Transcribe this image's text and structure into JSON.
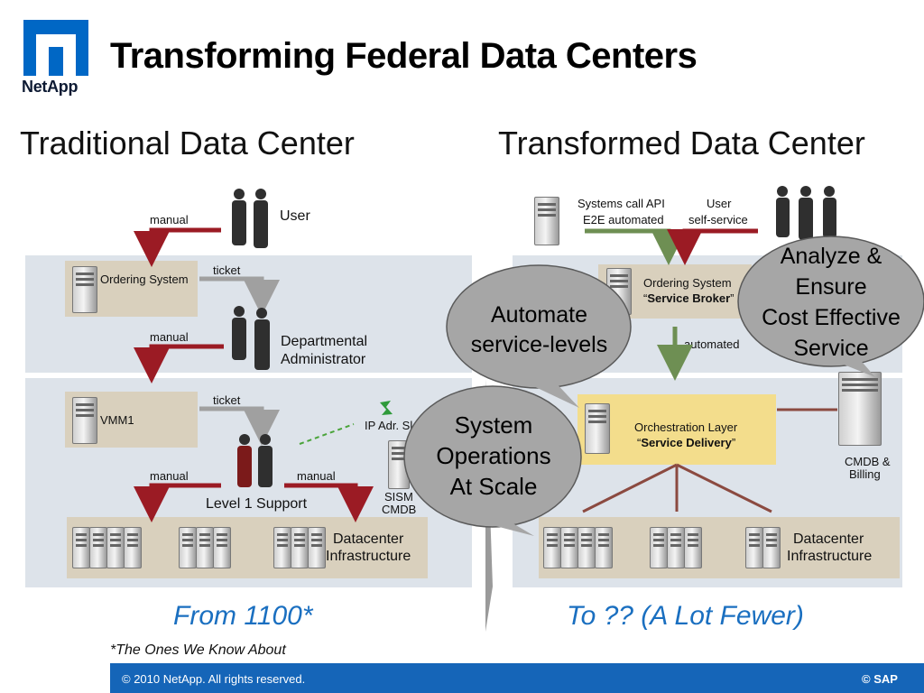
{
  "header": {
    "logo_text": "NetApp",
    "title": "Transforming Federal Data Centers"
  },
  "left": {
    "heading": "Traditional Data Center",
    "manual_1": "manual",
    "user": "User",
    "ordering_system": "Ordering System",
    "ticket_1": "ticket",
    "manual_2": "manual",
    "dept_admin_1": "Departmental",
    "dept_admin_2": "Administrator",
    "vmm": "VMM1",
    "ticket_2": "ticket",
    "ip_adr": "IP Adr. Sl",
    "manual_3": "manual",
    "manual_4": "manual",
    "level1": "Level 1 Support",
    "sism_1": "SISM",
    "sism_2": "CMDB",
    "dc_1": "Datacenter",
    "dc_2": "Infrastructure",
    "caption": "From 1100*",
    "footnote": "*The Ones We Know About"
  },
  "right": {
    "heading": "Transformed Data Center",
    "api_1": "Systems call API",
    "api_2": "E2E automated",
    "user_1": "User",
    "user_2": "self-service",
    "ordering_1": "Ordering System",
    "ordering_2": "Service Broker",
    "automated": "automated",
    "orch_1": "Orchestration Layer",
    "orch_2": "Service Delivery",
    "cmdb_1": "CMDB &",
    "cmdb_2": "Billing",
    "dc_1": "Datacenter",
    "dc_2": "Infrastructure",
    "caption": "To ?? (A Lot Fewer)"
  },
  "bubbles": {
    "automate_1": "Automate",
    "automate_2": "service-levels",
    "system_1": "System",
    "system_2": "Operations",
    "system_3": "At Scale",
    "analyze_1": "Analyze &",
    "analyze_2": "Ensure",
    "analyze_3": "Cost Effective",
    "analyze_4": "Service"
  },
  "footer": {
    "copyright": "© 2010 NetApp.  All rights reserved.",
    "sap": "© SAP"
  },
  "colors": {
    "logo_blue": "#0067c5",
    "footer_blue": "#1565b8",
    "caption_blue": "#1a6fc0",
    "manual_arrow": "#9b1b24",
    "ticket_arrow": "#a0a0a0",
    "automated_arrow": "#6e8f53",
    "bubble_fill": "#a6a6a6"
  }
}
